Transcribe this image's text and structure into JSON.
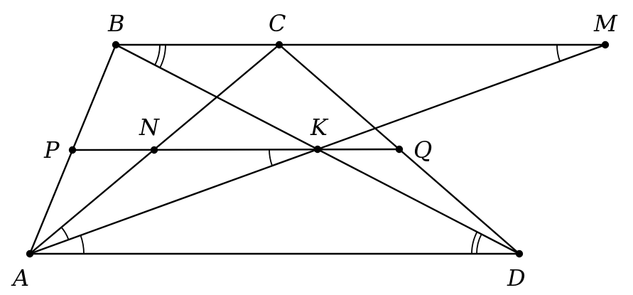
{
  "figure": {
    "labels": {
      "A": "A",
      "B": "B",
      "C": "C",
      "D": "D",
      "M": "M",
      "N": "N",
      "K": "K",
      "P": "P",
      "Q": "Q"
    },
    "segments": [
      [
        "B",
        "M"
      ],
      [
        "A",
        "D"
      ],
      [
        "A",
        "B"
      ],
      [
        "C",
        "D"
      ],
      [
        "A",
        "C"
      ],
      [
        "B",
        "D"
      ],
      [
        "A",
        "M"
      ],
      [
        "P",
        "Q"
      ]
    ],
    "points": [
      "A",
      "B",
      "C",
      "D",
      "M",
      "N",
      "K",
      "P",
      "Q"
    ],
    "angle_marks": [
      {
        "at": "B",
        "between": [
          "C",
          "D"
        ],
        "arcs": 2
      },
      {
        "at": "D",
        "between": [
          "A",
          "B"
        ],
        "arcs": 2
      },
      {
        "at": "M",
        "between": [
          "B",
          "A"
        ],
        "arcs": 1
      },
      {
        "at": "K",
        "between": [
          "P",
          "A"
        ],
        "arcs": 1
      },
      {
        "at": "A",
        "between": [
          "C",
          "M"
        ],
        "arcs": 1
      },
      {
        "at": "A",
        "between": [
          "M",
          "D"
        ],
        "arcs": 1
      }
    ]
  }
}
